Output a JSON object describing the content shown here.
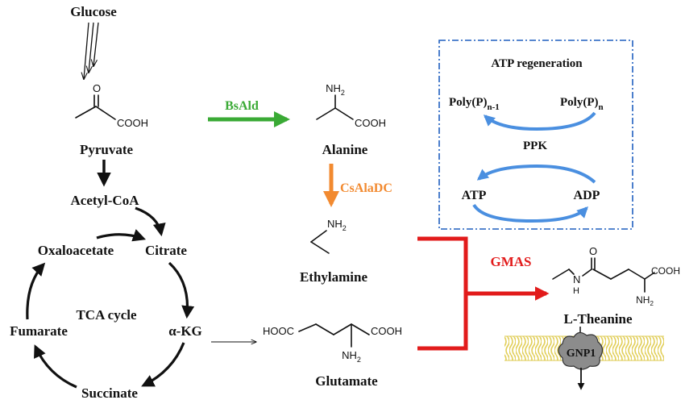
{
  "pathway": {
    "glucose": "Glucose",
    "pyruvate": "Pyruvate",
    "acetyl_coa": "Acetyl-CoA",
    "oxaloacetate": "Oxaloacetate",
    "citrate": "Citrate",
    "akg": "α-KG",
    "fumarate": "Fumarate",
    "succinate": "Succinate",
    "tca_cycle": "TCA cycle",
    "alanine": "Alanine",
    "ethylamine": "Ethylamine",
    "glutamate": "Glutamate",
    "theanine": "L-Theanine"
  },
  "enzymes": {
    "bsald": "BsAld",
    "csaladc": "CsAlaDC",
    "gmas": "GMAS",
    "gnp1": "GNP1",
    "ppk": "PPK"
  },
  "atp_box": {
    "title": "ATP regeneration",
    "polyp_n1": "Poly(P)",
    "polyp_n1_sub": "n-1",
    "polyp_n": "Poly(P)",
    "polyp_n_sub": "n",
    "atp": "ATP",
    "adp": "ADP"
  },
  "chem_labels": {
    "pyruvate_o": "O",
    "pyruvate_cooh": "COOH",
    "alanine_nh2": "NH",
    "alanine_nh2_sub": "2",
    "alanine_cooh": "COOH",
    "ethylamine_nh2": "NH",
    "ethylamine_nh2_sub": "2",
    "glutamate_hooc": "HOOC",
    "glutamate_cooh": "COOH",
    "glutamate_nh2": "NH",
    "glutamate_nh2_sub": "2",
    "theanine_o": "O",
    "theanine_nh": "N",
    "theanine_h": "H",
    "theanine_cooh": "COOH",
    "theanine_nh2": "NH",
    "theanine_nh2_sub": "2"
  },
  "colors": {
    "green": "#3aaa35",
    "orange": "#f28a30",
    "red": "#e21b1b",
    "blue": "#4a8fe0",
    "box_border": "#1f5fbf",
    "black": "#111111",
    "membrane": "#e9d870"
  }
}
